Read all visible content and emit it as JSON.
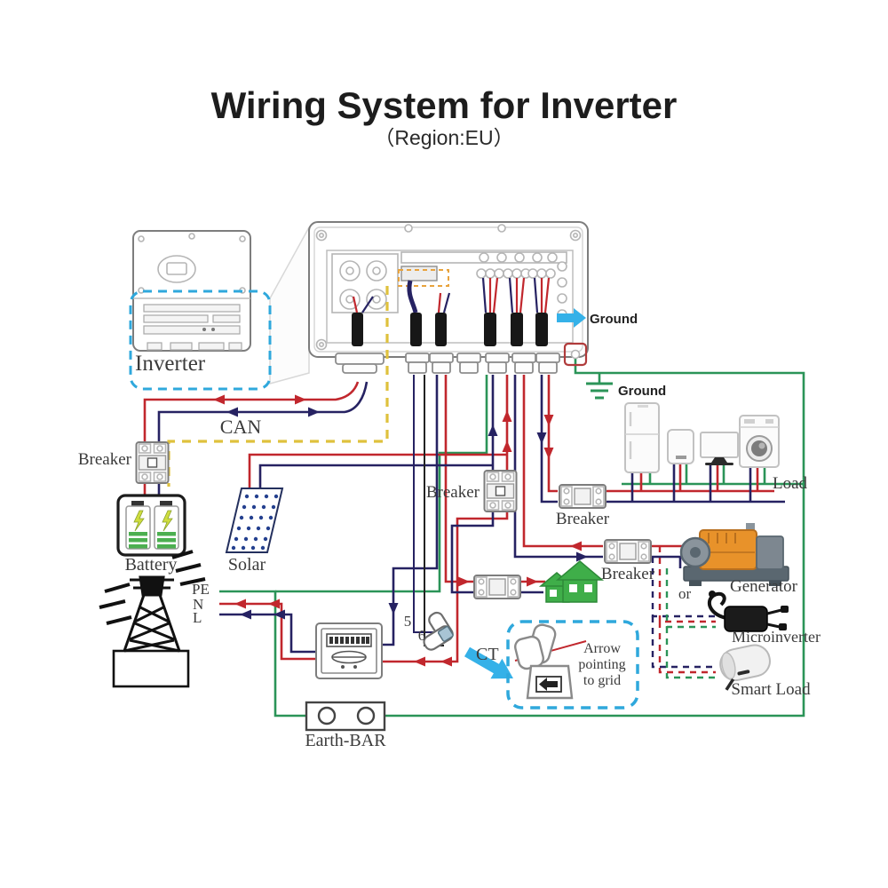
{
  "title": "Wiring System for Inverter",
  "subtitle": "（Region:EU）",
  "labels": {
    "inverter": "Inverter",
    "ground_panel": "Ground",
    "ground_earth": "Ground",
    "can_bus": "CAN",
    "breaker": "Breaker",
    "battery": "Battery",
    "solar": "Solar",
    "pe": "PE",
    "n": "N",
    "l": "L",
    "load": "Load",
    "generator": "Generator",
    "or": "or",
    "microinverter": "Microinverter",
    "smart_load": "Smart Load",
    "ct": "CT",
    "ct_note_line1": "Arrow",
    "ct_note_line2": "pointing",
    "ct_note_line3": "to grid",
    "earth_bar": "Earth-BAR",
    "ct_wire_5": "5",
    "ct_wire_6": "6"
  },
  "colors": {
    "live_red": "#c1272d",
    "neutral_blue": "#262262",
    "earth_green": "#2b9458",
    "can_yellow": "#dfc13d",
    "highlight_cyan": "#2fa8dc",
    "house_green": "#3fae49"
  }
}
